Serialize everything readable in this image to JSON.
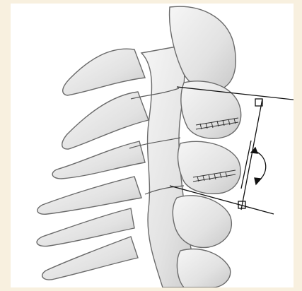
{
  "figure": {
    "subject": "cervical-spine-lateral-view",
    "background_color": "#f8f0df",
    "panel_color": "#ffffff",
    "bone_fill": "#e6e6e6",
    "bone_outline": "#6b6b6b",
    "line_color": "#111111"
  },
  "annotations": {
    "upper_endplate_line": "line",
    "lower_endplate_line": "line",
    "right_angle_markers": 2,
    "rotation_arrow": "double-headed-curved-arrow",
    "tilt_line": "line"
  }
}
